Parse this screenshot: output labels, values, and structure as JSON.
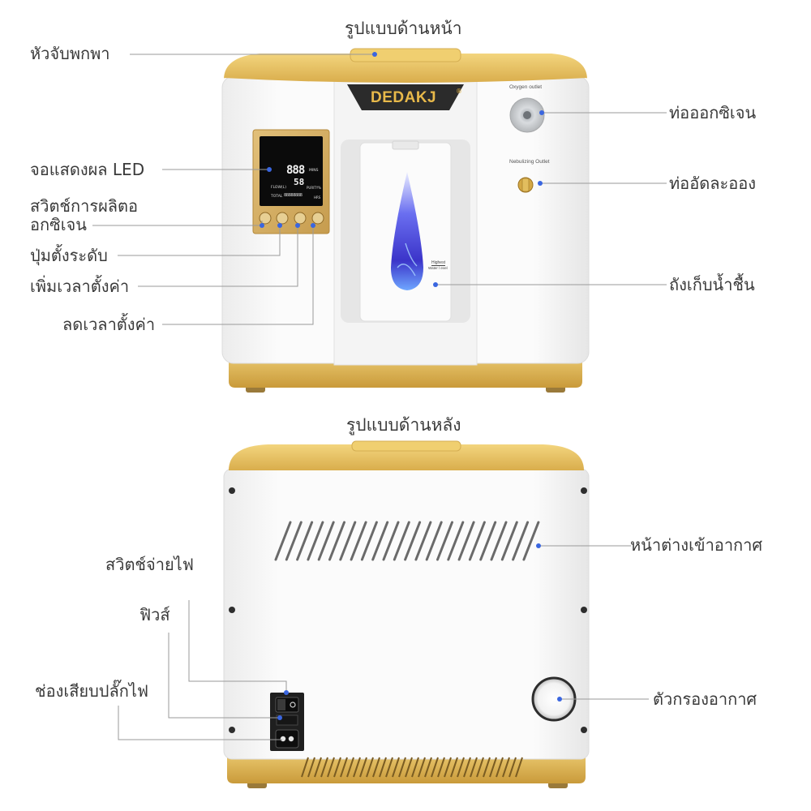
{
  "front": {
    "title": "รูปแบบด้านหน้า",
    "brand": "DEDAKJ",
    "brand_mark": "®",
    "oxygen_port_caption": "Oxygen outlet",
    "nebulizing_caption": "Nebulizing Outlet",
    "water_level_caption": "Highest",
    "water_level_caption2": "Water l evel",
    "display": {
      "big_digits": "888",
      "unit_top": "MINS",
      "mid_digits": "58",
      "unit_mid": "FLOW(L)",
      "unit_right": "PURITY%",
      "total": "TOTAL",
      "total_digits": "88888888",
      "hours": "HRS"
    },
    "labels": {
      "handle": "หัวจับพกพา",
      "led": "จอแสดงผล LED",
      "switch_line1": "สวิตช์การผลิตอ",
      "switch_line2": "อกซิเจน",
      "level": "ปุ่มตั้งระดับ",
      "time_up": "เพิ่มเวลาตั้งค่า",
      "time_down": "ลดเวลาตั้งค่า",
      "oxygen_outlet": "ท่อออกซิเจน",
      "nebulizer": "ท่ออัดละออง",
      "humidifier": "ถังเก็บน้ำชื้น"
    }
  },
  "back": {
    "title": "รูปแบบด้านหลัง",
    "labels": {
      "power_switch": "สวิตช์จ่ายไฟ",
      "fuse": "ฟิวส์",
      "socket": "ช่องเสียบปลั๊กไฟ",
      "air_inlet": "หน้าต่างเข้าอากาศ",
      "air_filter": "ตัวกรองอากาศ"
    }
  },
  "colors": {
    "gold": "#e8c15e",
    "gold_dark": "#c9a24a",
    "panel_gold": "#d8b56a",
    "leader": "#8c8c8c",
    "dot": "#3a66e0"
  }
}
